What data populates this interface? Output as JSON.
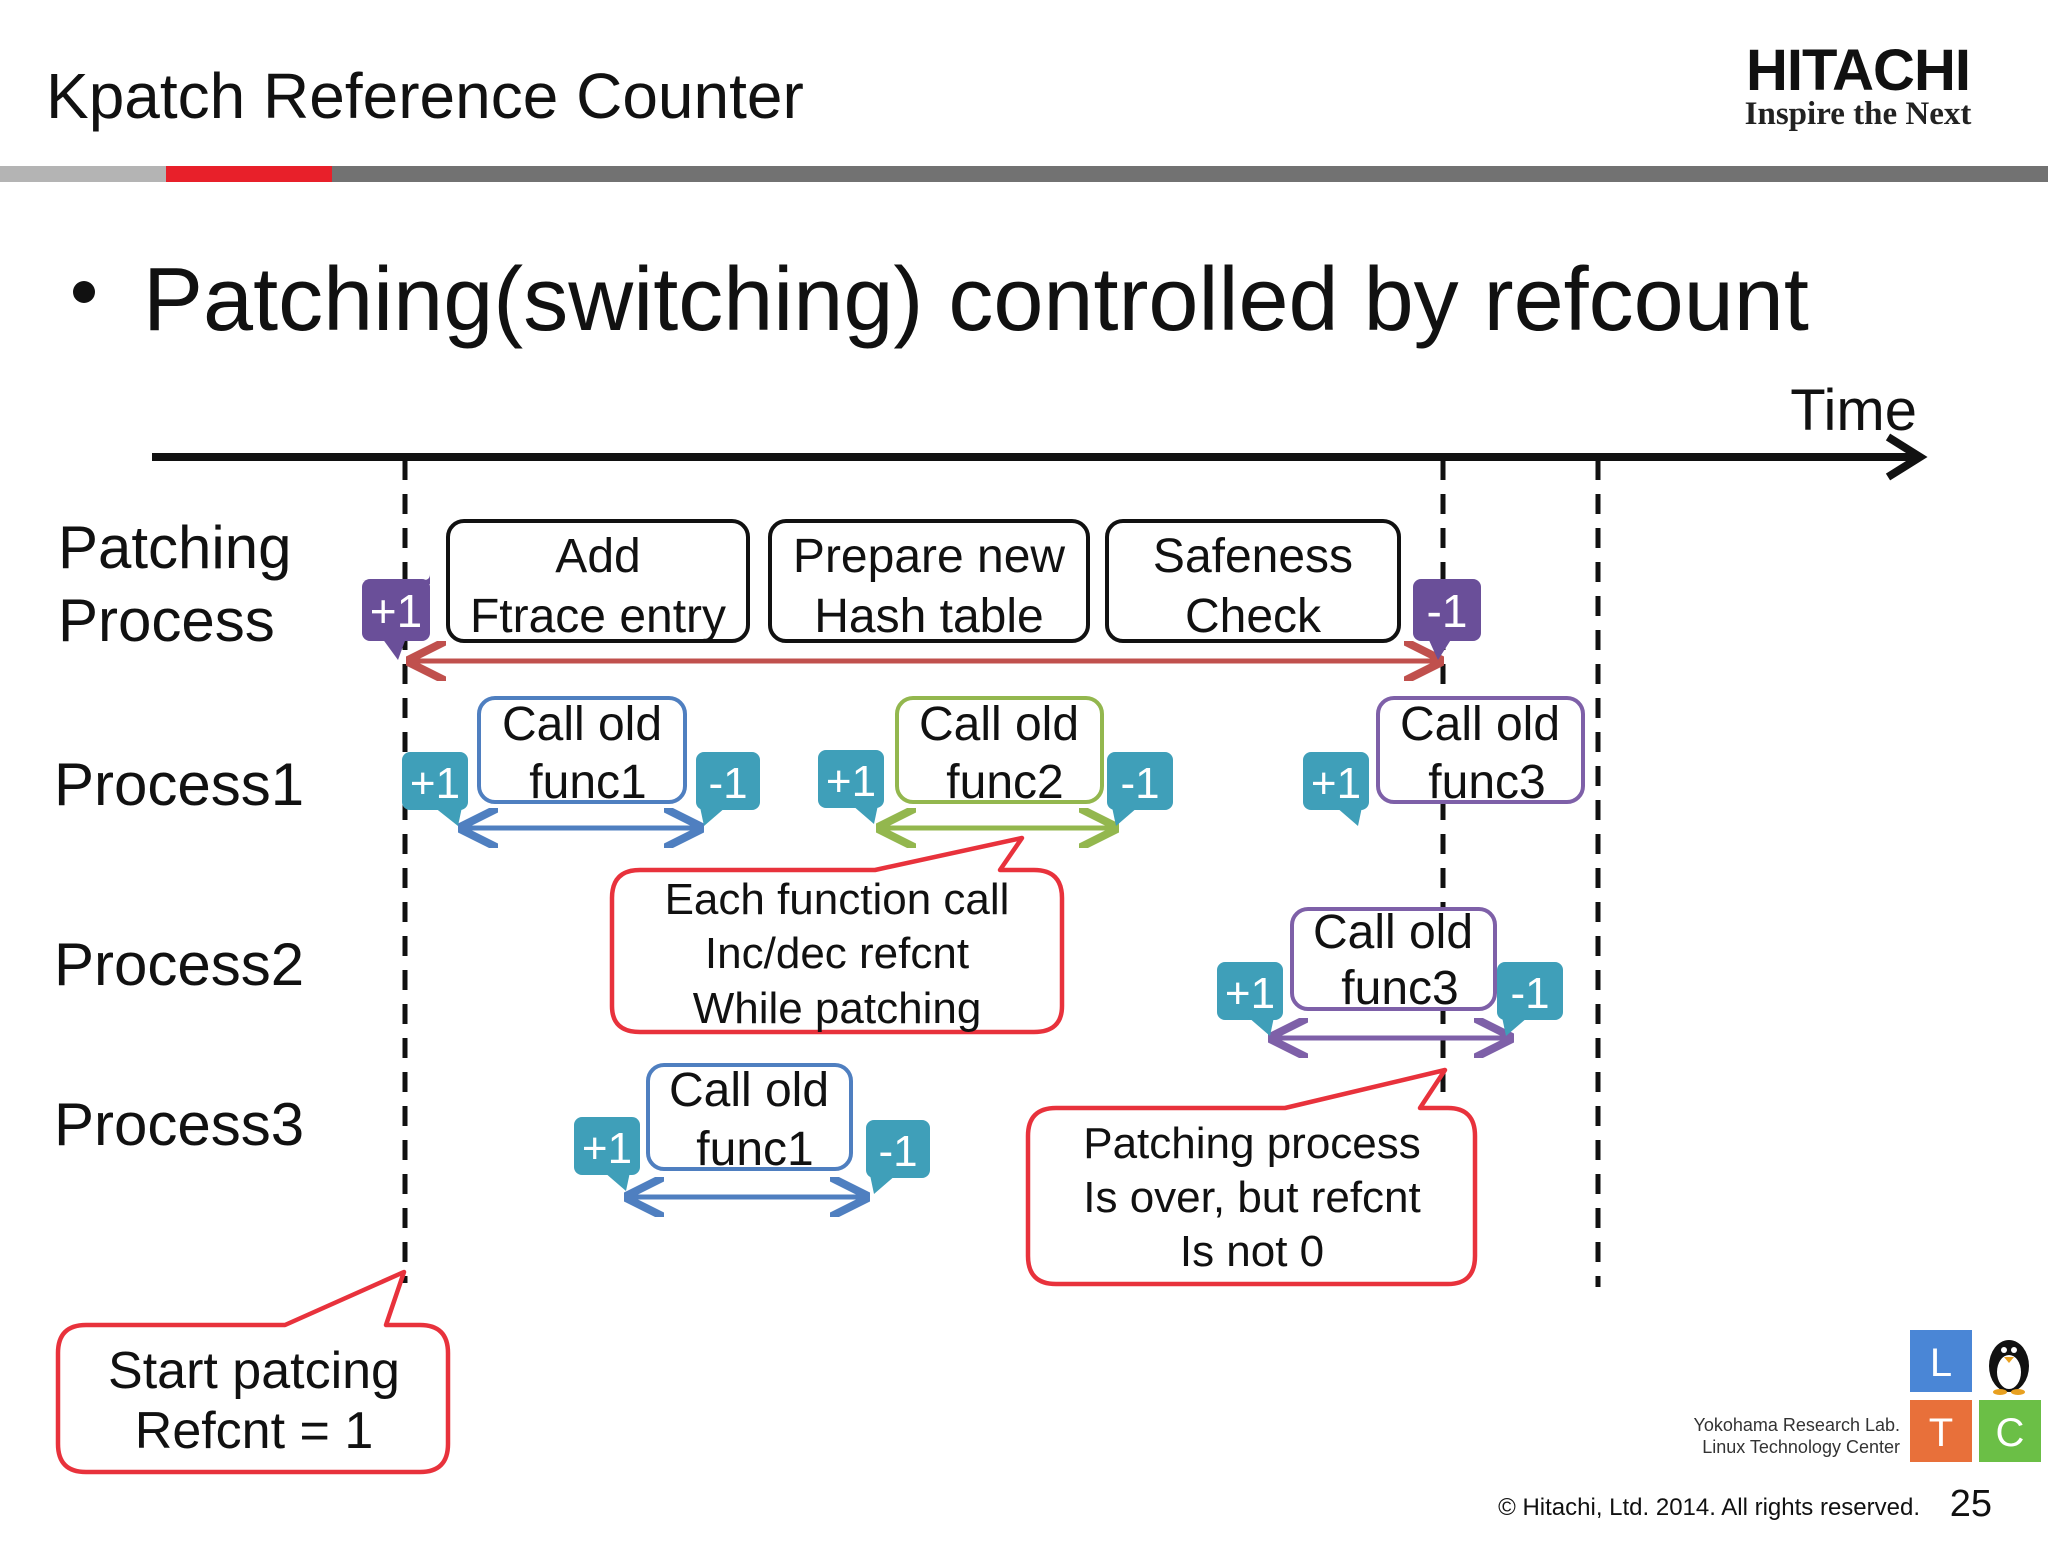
{
  "header": {
    "title": "Kpatch Reference Counter",
    "logo_text": "HITACHI",
    "logo_tagline": "Inspire the Next"
  },
  "bullet": "Patching(switching) controlled by refcount",
  "timeline": {
    "label": "Time"
  },
  "rows": {
    "patching_line1": "Patching",
    "patching_line2": "Process",
    "process1": "Process1",
    "process2": "Process2",
    "process3": "Process3"
  },
  "steps": [
    {
      "line1": "Add",
      "line2": "Ftrace entry"
    },
    {
      "line1": "Prepare new",
      "line2": "Hash table"
    },
    {
      "line1": "Safeness",
      "line2": "Check"
    }
  ],
  "calls": {
    "p1_func1": {
      "line1": "Call old",
      "line2": "func1"
    },
    "p1_func2": {
      "line1": "Call old",
      "line2": "func2"
    },
    "p1_func3": {
      "line1": "Call old",
      "line2": "func3"
    },
    "p2_func3": {
      "line1": "Call old",
      "line2": "func3"
    },
    "p3_func1": {
      "line1": "Call old",
      "line2": "func1"
    }
  },
  "counters": {
    "inc": "+1",
    "dec": "-1"
  },
  "callouts": {
    "each_call": [
      "Each function call",
      "Inc/dec refcnt",
      "While patching"
    ],
    "not_zero": [
      "Patching process",
      "Is over, but refcnt",
      "Is not 0"
    ],
    "start": [
      "Start patcing",
      "Refcnt = 1"
    ]
  },
  "footer": {
    "lab_line1": "Yokohama Research Lab.",
    "lab_line2": "Linux Technology Center",
    "ltc": {
      "l": "L",
      "t": "T",
      "c": "C"
    },
    "copyright": "© Hitachi, Ltd. 2014. All rights reserved.",
    "page_number": "25"
  },
  "colors": {
    "red_accent": "#e8202a",
    "callout_red": "#e8323c",
    "teal": "#3f9fb9",
    "purple": "#6a4f99",
    "blue_box": "#4f7fc0",
    "green_box": "#93b74e",
    "purple_box": "#7e60a8",
    "ltc_blue": "#4a86d6",
    "ltc_orange": "#e8703a",
    "ltc_green": "#6bbf46"
  }
}
